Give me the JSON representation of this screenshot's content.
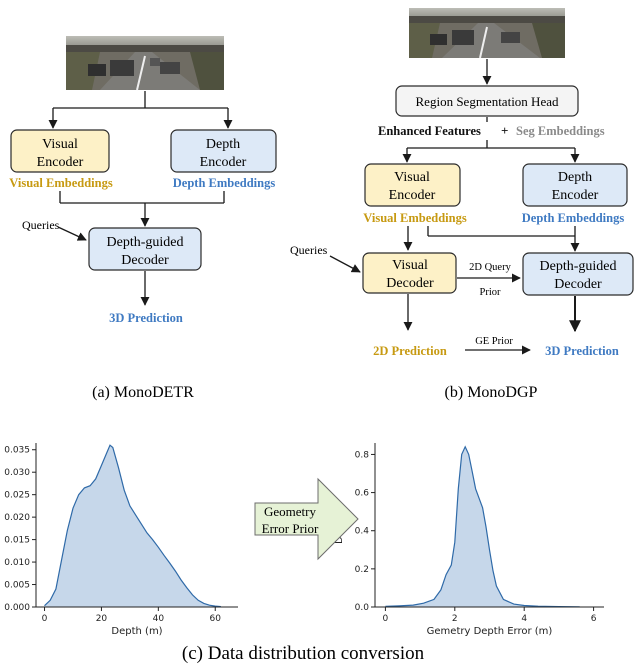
{
  "monodetr": {
    "visual_encoder": [
      "Visual",
      "Encoder"
    ],
    "depth_encoder": [
      "Depth",
      "Encoder"
    ],
    "visual_embeddings": "Visual Embeddings",
    "depth_embeddings": "Depth Embeddings",
    "queries": "Queries",
    "decoder": [
      "Depth-guided",
      "Decoder"
    ],
    "prediction": "3D Prediction",
    "caption": "(a) MonoDETR"
  },
  "monodgp": {
    "region_head": "Region Segmentation Head",
    "enhanced_features": "Enhanced Features",
    "plus": "+",
    "seg_embeddings": "Seg Embeddings",
    "visual_encoder": [
      "Visual",
      "Encoder"
    ],
    "depth_encoder": [
      "Depth",
      "Encoder"
    ],
    "visual_embeddings": "Visual Embeddings",
    "depth_embeddings": "Depth Embeddings",
    "queries": "Queries",
    "visual_decoder": [
      "Visual",
      "Decoder"
    ],
    "query_prior": [
      "2D Query",
      "Prior"
    ],
    "depth_decoder": [
      "Depth-guided",
      "Decoder"
    ],
    "pred_2d": "2D Prediction",
    "ge_prior": "GE Prior",
    "pred_3d": "3D Prediction",
    "caption": "(b) MonoDGP"
  },
  "conversion": {
    "arrow_label": [
      "Geometry",
      "Error Prior"
    ],
    "caption": "(c) Data distribution conversion"
  },
  "colors": {
    "yellow_box": "#fdf1c7",
    "blue_box": "#dde9f7",
    "gold_text": "#c79a12",
    "blue_text": "#3f7ac2",
    "gray_text": "#8a8a8a",
    "kde_fill": "#c6d7ea",
    "kde_line": "#2f6aa8",
    "arrow_fill": "#e6f2d6"
  },
  "chart_data": [
    {
      "type": "area",
      "xlabel": "Depth (m)",
      "ylabel": "",
      "xlim": [
        -3,
        68
      ],
      "ylim": [
        0,
        0.0365
      ],
      "xticks": [
        0,
        20,
        40,
        60
      ],
      "yticks": [
        0.0,
        0.005,
        0.01,
        0.015,
        0.02,
        0.025,
        0.03,
        0.035
      ],
      "ytick_labels": [
        "0.000",
        "0.005",
        "0.010",
        "0.015",
        "0.020",
        "0.025",
        "0.030",
        "0.035"
      ],
      "grid": false,
      "x": [
        0,
        2,
        4,
        6,
        8,
        10,
        12,
        14,
        16,
        18,
        20,
        22,
        23,
        24,
        26,
        28,
        30,
        32,
        34,
        36,
        38,
        40,
        42,
        44,
        46,
        48,
        50,
        52,
        54,
        56,
        58,
        60,
        62
      ],
      "y": [
        0.0003,
        0.0015,
        0.004,
        0.0105,
        0.017,
        0.022,
        0.025,
        0.0265,
        0.027,
        0.0285,
        0.0315,
        0.0345,
        0.036,
        0.0355,
        0.031,
        0.026,
        0.0225,
        0.0205,
        0.0185,
        0.0165,
        0.015,
        0.0133,
        0.0115,
        0.0098,
        0.008,
        0.006,
        0.0043,
        0.0027,
        0.0015,
        0.0008,
        0.0004,
        0.0002,
        0.0001
      ]
    },
    {
      "type": "area",
      "xlabel": "Gemetry Depth Error (m)",
      "ylabel": "Density",
      "xlim": [
        -0.3,
        6.3
      ],
      "ylim": [
        0,
        0.86
      ],
      "xticks": [
        0,
        2,
        4,
        6
      ],
      "yticks": [
        0.0,
        0.2,
        0.4,
        0.6,
        0.8
      ],
      "ytick_labels": [
        "0.0",
        "0.2",
        "0.4",
        "0.6",
        "0.8"
      ],
      "grid": false,
      "x": [
        0.0,
        0.4,
        0.8,
        1.1,
        1.4,
        1.6,
        1.75,
        1.9,
        2.0,
        2.1,
        2.2,
        2.3,
        2.4,
        2.5,
        2.6,
        2.7,
        2.8,
        2.9,
        3.0,
        3.1,
        3.2,
        3.4,
        3.7,
        4.0,
        4.4,
        5.0,
        5.6
      ],
      "y": [
        0.003,
        0.006,
        0.01,
        0.02,
        0.04,
        0.09,
        0.17,
        0.22,
        0.34,
        0.62,
        0.8,
        0.84,
        0.8,
        0.71,
        0.62,
        0.57,
        0.52,
        0.42,
        0.3,
        0.19,
        0.11,
        0.04,
        0.015,
        0.008,
        0.004,
        0.002,
        0.001
      ]
    }
  ]
}
